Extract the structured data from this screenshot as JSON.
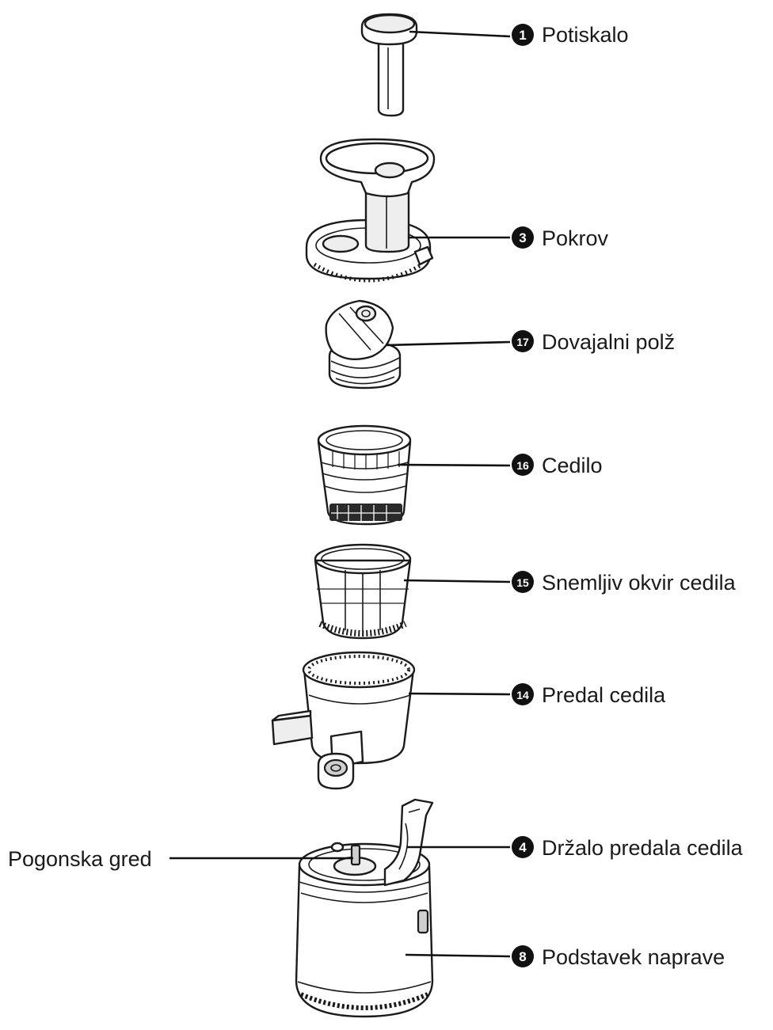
{
  "callouts": [
    {
      "num": "1",
      "text": "Potiskalo"
    },
    {
      "num": "3",
      "text": "Pokrov"
    },
    {
      "num": "17",
      "text": "Dovajalni polž"
    },
    {
      "num": "16",
      "text": "Cedilo"
    },
    {
      "num": "15",
      "text": "Snemljiv okvir cedila"
    },
    {
      "num": "14",
      "text": "Predal cedila"
    },
    {
      "num": "4",
      "text": "Držalo predala cedila"
    },
    {
      "num": "8",
      "text": "Podstavek naprave"
    }
  ],
  "left_callout": {
    "text": "Pogonska gred"
  }
}
